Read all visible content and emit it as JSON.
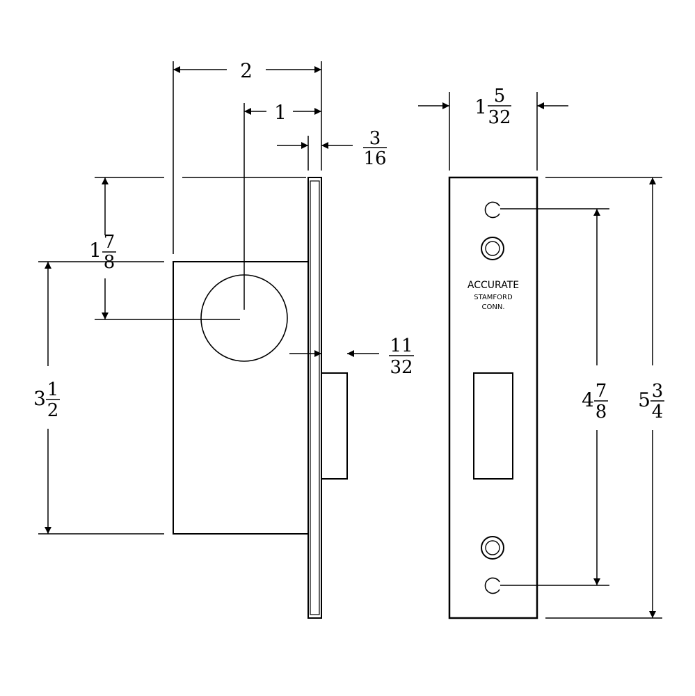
{
  "dimensions": {
    "width_overall": "2",
    "backset": "1",
    "faceplate_thickness": {
      "numerator": "3",
      "denominator": "16"
    },
    "bolt_projection": {
      "numerator": "11",
      "denominator": "32"
    },
    "case_top_to_hub": {
      "whole": "1",
      "numerator": "7",
      "denominator": "8"
    },
    "case_height": {
      "whole": "3",
      "numerator": "1",
      "denominator": "2"
    },
    "faceplate_width": {
      "whole": "1",
      "numerator": "5",
      "denominator": "32"
    },
    "screw_centers": {
      "whole": "4",
      "numerator": "7",
      "denominator": "8"
    },
    "faceplate_height": {
      "whole": "5",
      "numerator": "3",
      "denominator": "4"
    }
  },
  "faceplate_marking": {
    "line1": "ACCURATE",
    "line2": "STAMFORD",
    "line3": "CONN."
  }
}
